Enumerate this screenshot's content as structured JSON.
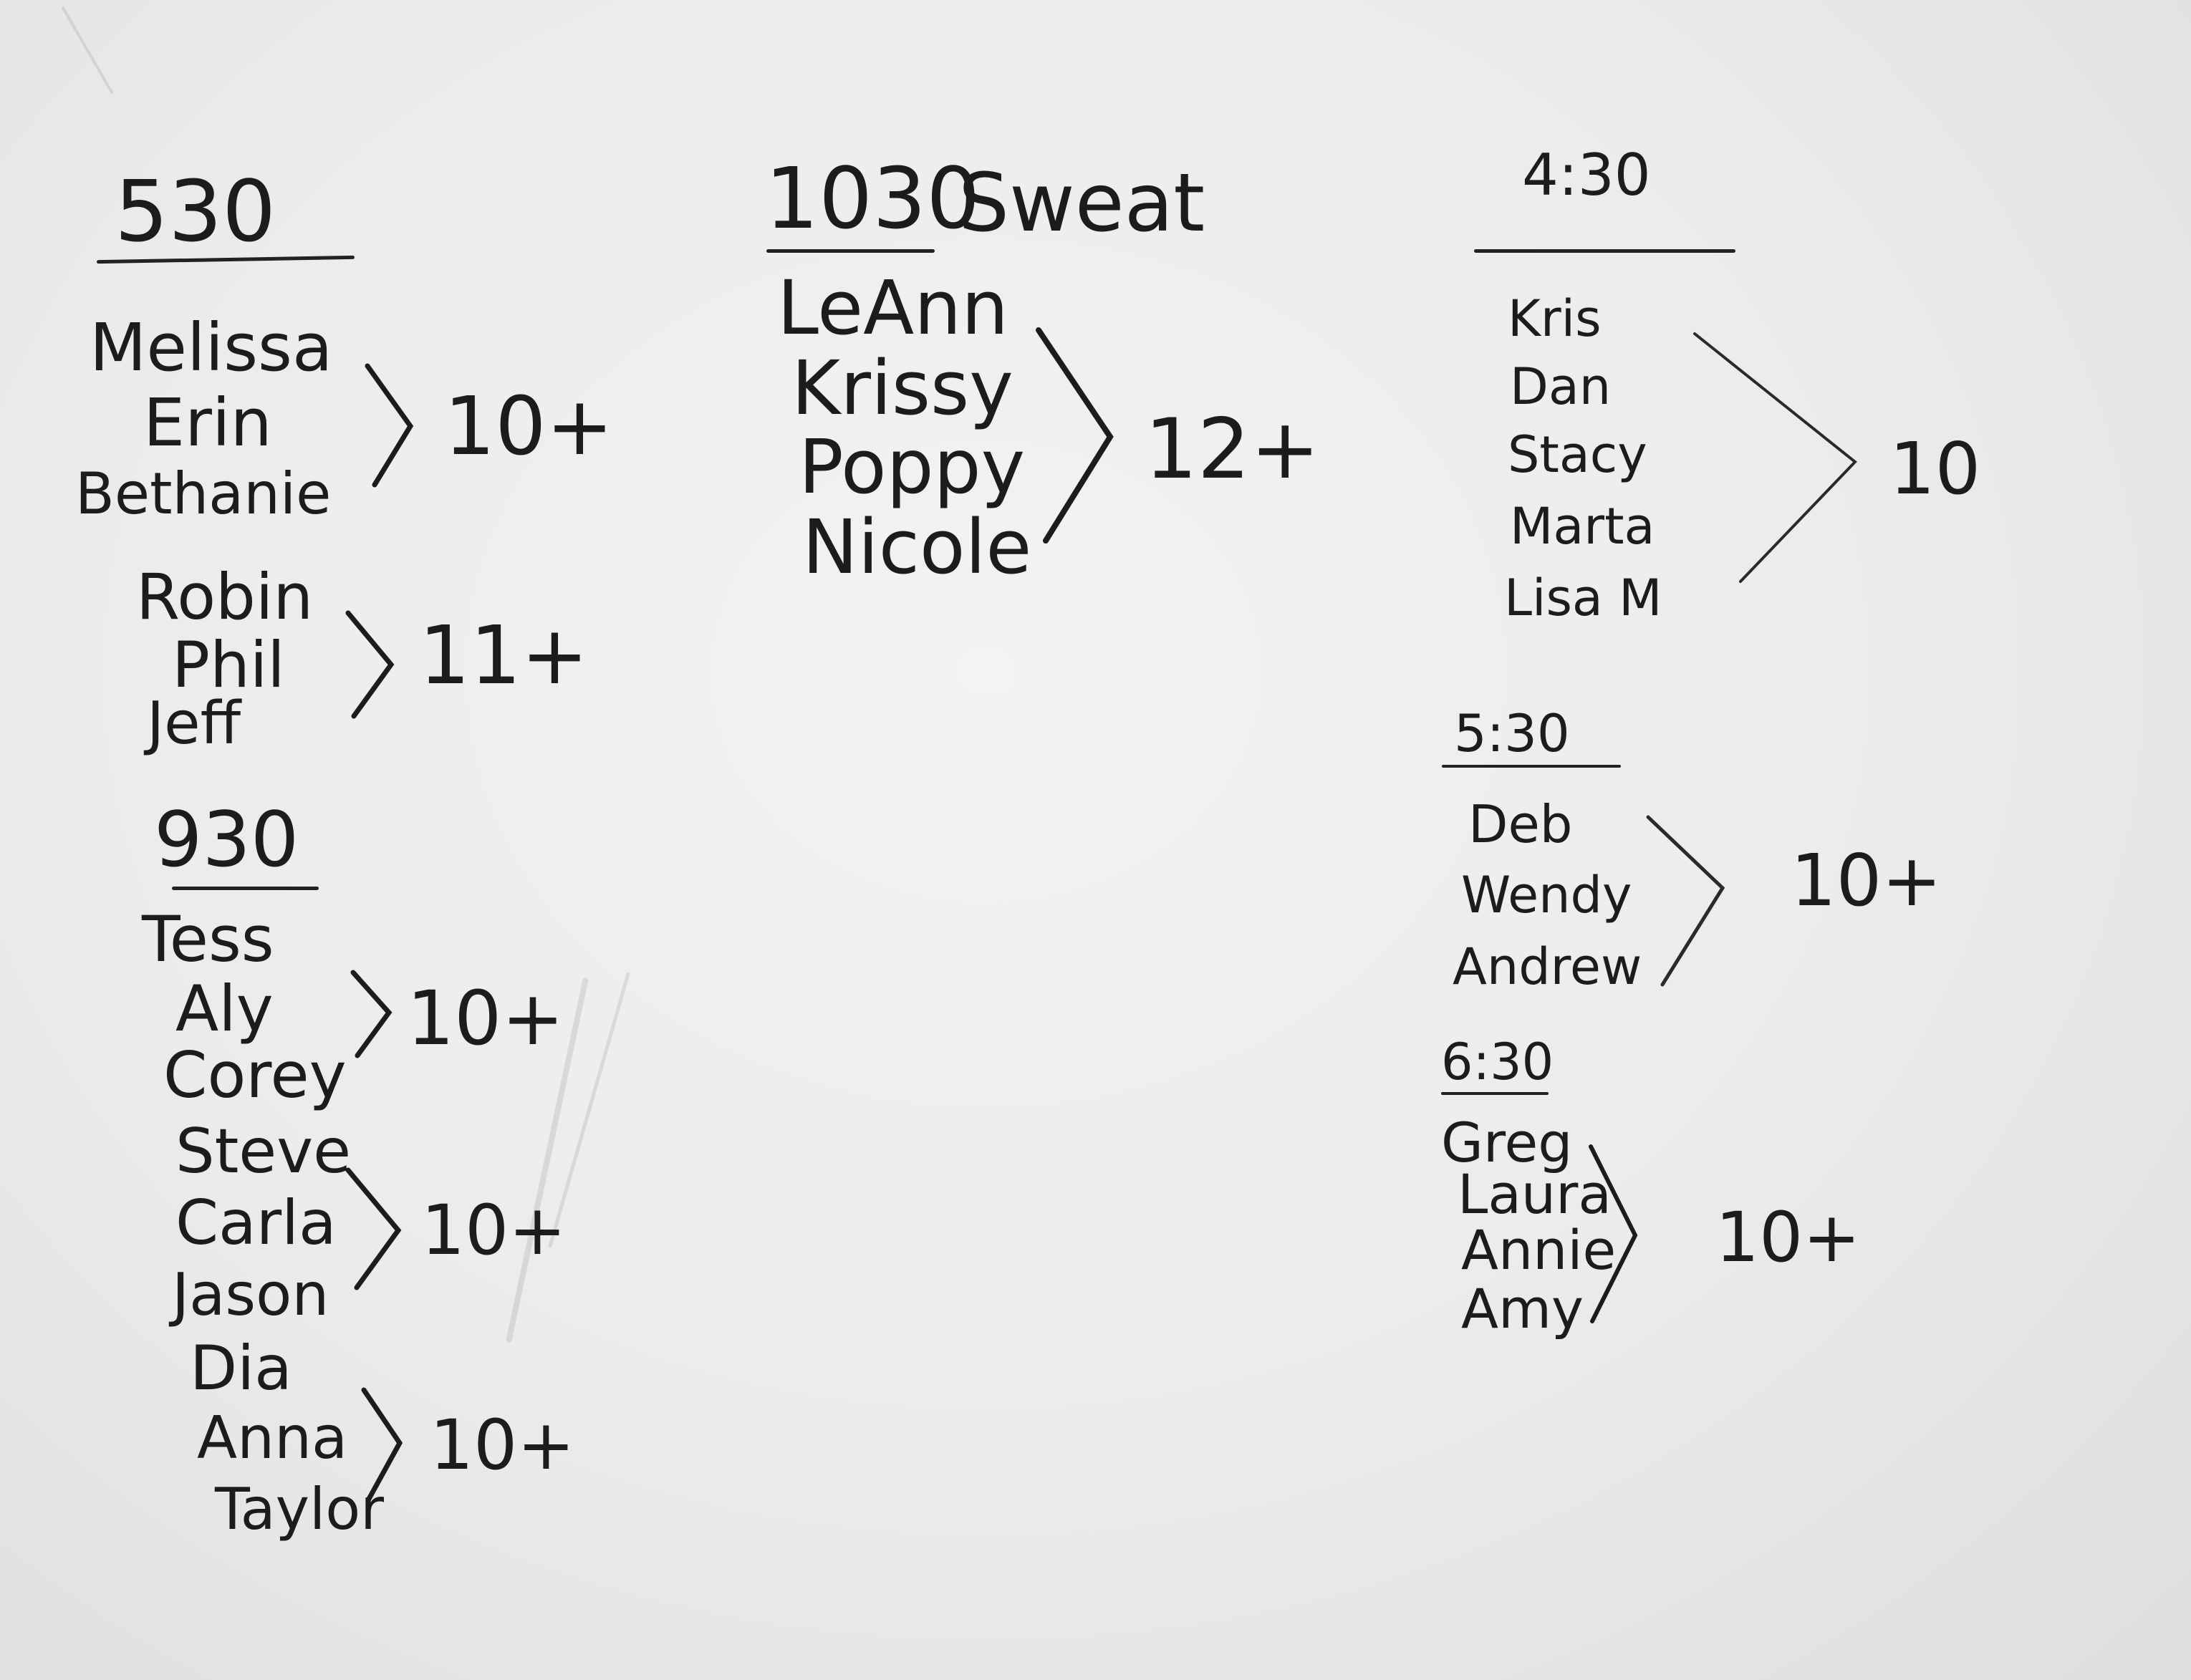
{
  "board": {
    "sections": [
      {
        "title": "530",
        "groups": [
          {
            "names": [
              "Melissa",
              "Erin",
              "Bethanie"
            ],
            "count": "10+"
          },
          {
            "names": [
              "Robin",
              "Phil",
              "Jeff"
            ],
            "count": "11+"
          }
        ]
      },
      {
        "title": "930",
        "groups": [
          {
            "names": [
              "Tess",
              "Aly",
              "Corey"
            ],
            "count": "10+"
          },
          {
            "names": [
              "Steve",
              "Carla",
              "Jason"
            ],
            "count": "10+"
          },
          {
            "names": [
              "Dia",
              "Anna",
              "Taylor"
            ],
            "count": "10+"
          }
        ]
      },
      {
        "title": "1030",
        "title_suffix": "Sweat",
        "groups": [
          {
            "names": [
              "LeAnn",
              "Krissy",
              "Poppy",
              "Nicole"
            ],
            "count": "12+"
          }
        ]
      },
      {
        "title": "4:30",
        "groups": [
          {
            "names": [
              "Kris",
              "Dan",
              "Stacy",
              "Marta",
              "Lisa M"
            ],
            "count": "10"
          }
        ]
      },
      {
        "title": "5:30",
        "groups": [
          {
            "names": [
              "Deb",
              "Wendy",
              "Andrew"
            ],
            "count": "10+"
          }
        ]
      },
      {
        "title": "6:30",
        "groups": [
          {
            "names": [
              "Greg",
              "Laura",
              "Annie",
              "Amy"
            ],
            "count": "10+"
          }
        ]
      }
    ]
  },
  "colors": {
    "ink": "#1c1c1c",
    "board": "#ececec"
  }
}
